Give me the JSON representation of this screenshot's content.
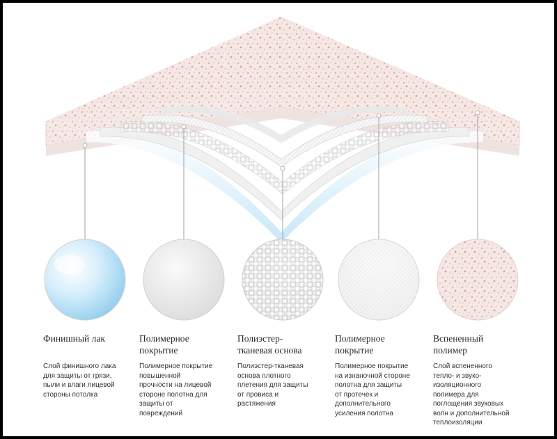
{
  "layers": [
    {
      "title": "Финишный лак",
      "description": "Слой финишного лака\nдля защиты от грязи,\nпыли и влаги лицевой\nстороны потолка",
      "swatch": "gloss-lacquer"
    },
    {
      "title": "Полимерное\nпокрытие",
      "description": "Полимерное покрытие\nповышенной\nпрочности на лицевой\nстороне полотна для\nзащиты от\nповреждений",
      "swatch": "smooth-polymer"
    },
    {
      "title": "Полиэстер-\nтканевая основа",
      "description": "Полиэстер-тканевая\nоснова плотного\nплетения для защиты\nот провиса и\nрастяжения",
      "swatch": "woven-fabric"
    },
    {
      "title": "Полимерное\nпокрытие",
      "description": "Полимерное покрытие\nна изнаночной стороне\nполотна для защиты\nот протечек и\nдополнительного\nусиления полотна",
      "swatch": "textured-polymer"
    },
    {
      "title": "Вспененный\nполимер",
      "description": "Слой вспененного\nтепло- и звуко-\nизоляционного\nполимера для\nпоглощения звуковых\nволн и дополнительной\nтеплоизоляции",
      "swatch": "foam-polymer"
    }
  ],
  "colors": {
    "frame": "#000000",
    "background": "#ffffff",
    "foam": "#f2e4e1",
    "foam_speck": "#d9a9a3",
    "lacquer": "#bfe3f7",
    "leader_line": "#999999"
  }
}
